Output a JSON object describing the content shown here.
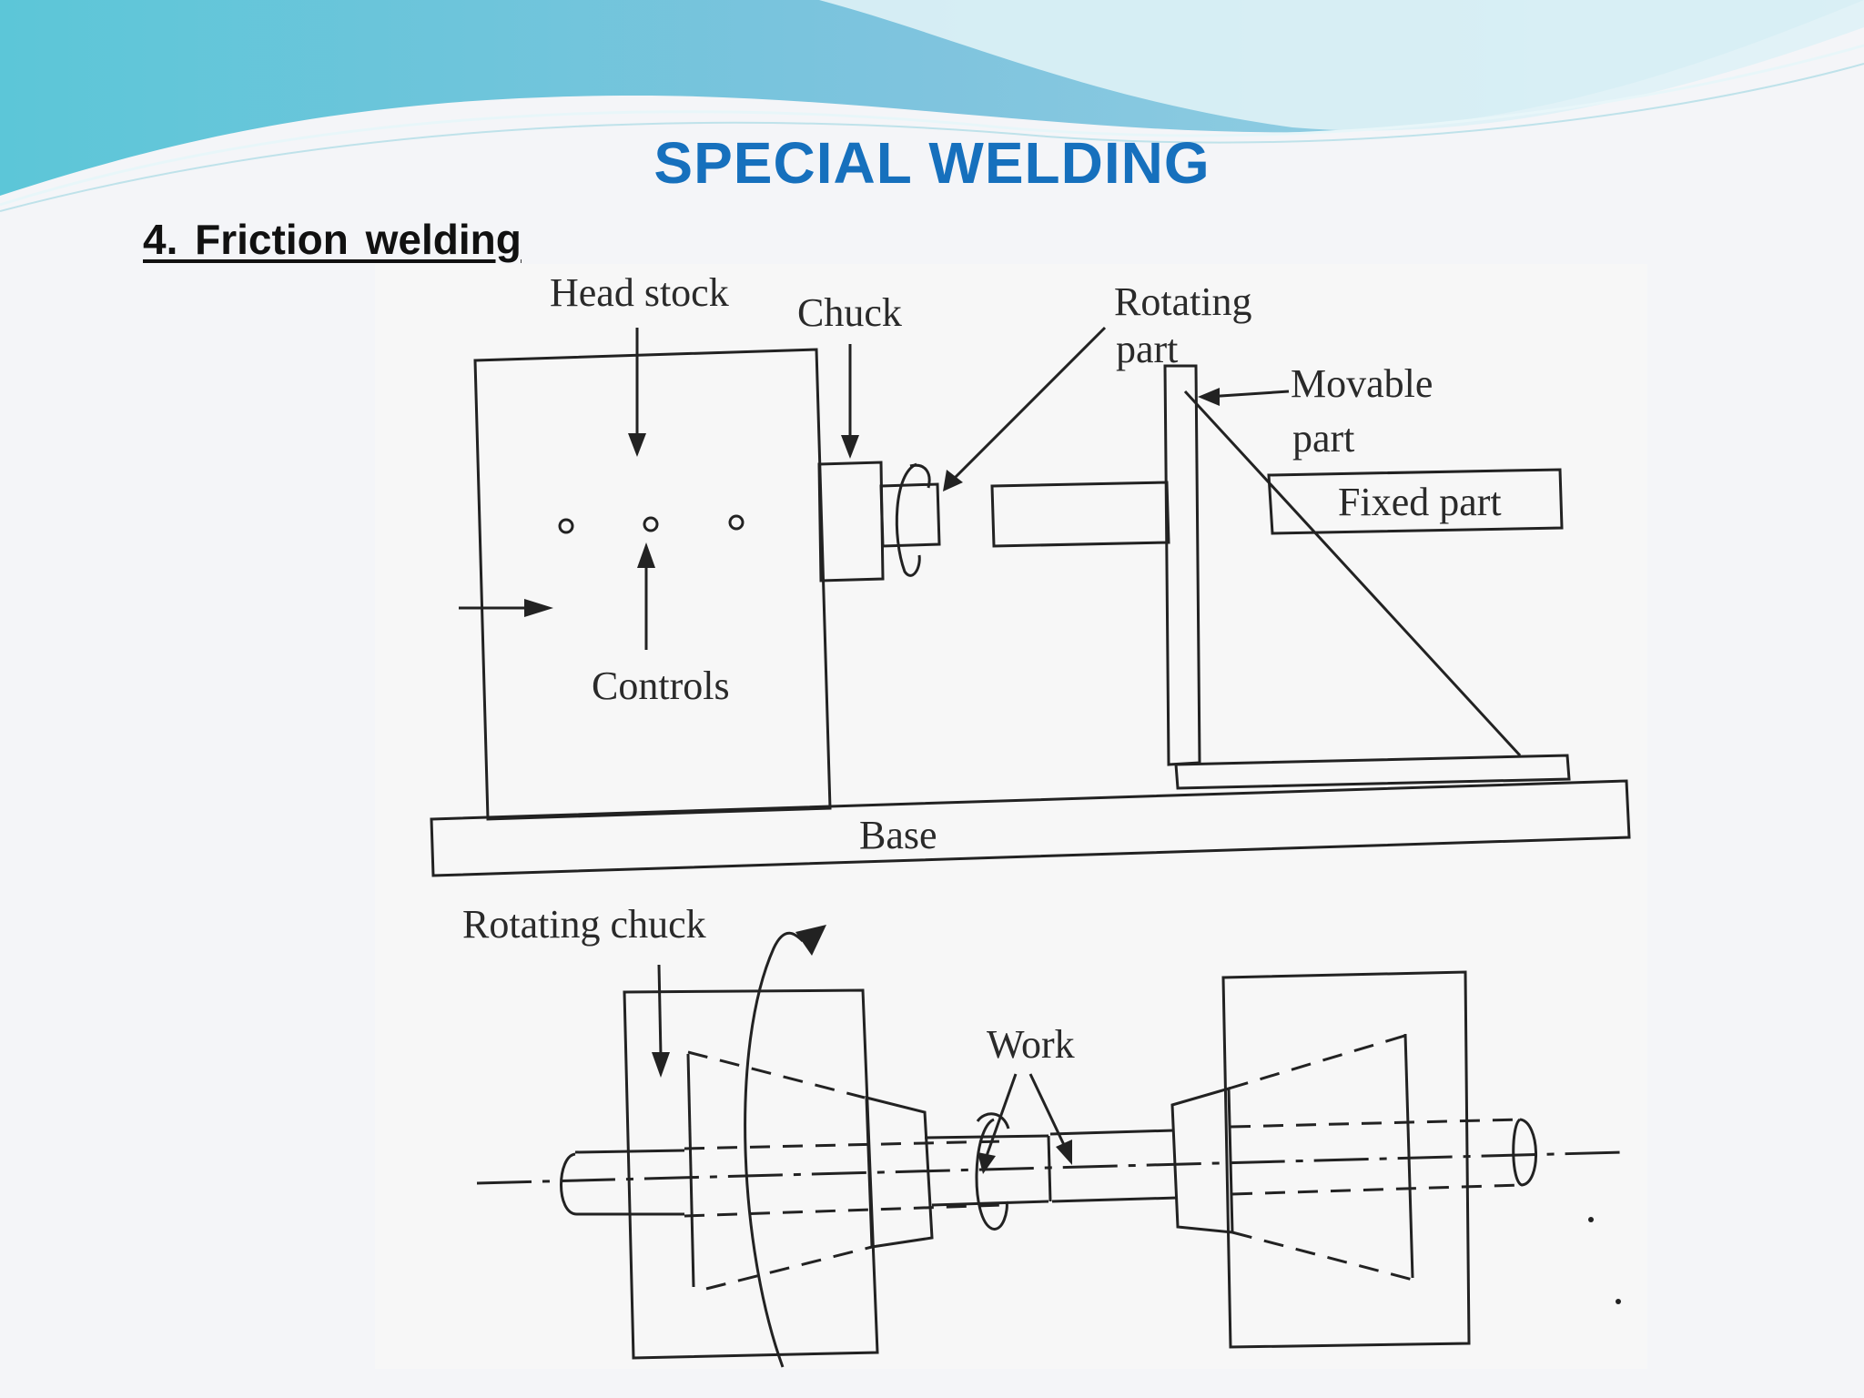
{
  "slide": {
    "title": "SPECIAL WELDING",
    "subtitle": "4.  Friction  welding",
    "colors": {
      "title": "#1670bd",
      "banner_light": "#bfe6ee",
      "banner_dark": "#6cc3da"
    }
  },
  "diagram": {
    "labels": {
      "head_stock": "Head stock",
      "chuck": "Chuck",
      "rotating_part": [
        "Rotating",
        "part"
      ],
      "movable_part": [
        "Movable",
        "part"
      ],
      "fixed_part": "Fixed part",
      "controls": "Controls",
      "base": "Base",
      "rotating_chuck": "Rotating chuck",
      "work": "Work"
    }
  }
}
